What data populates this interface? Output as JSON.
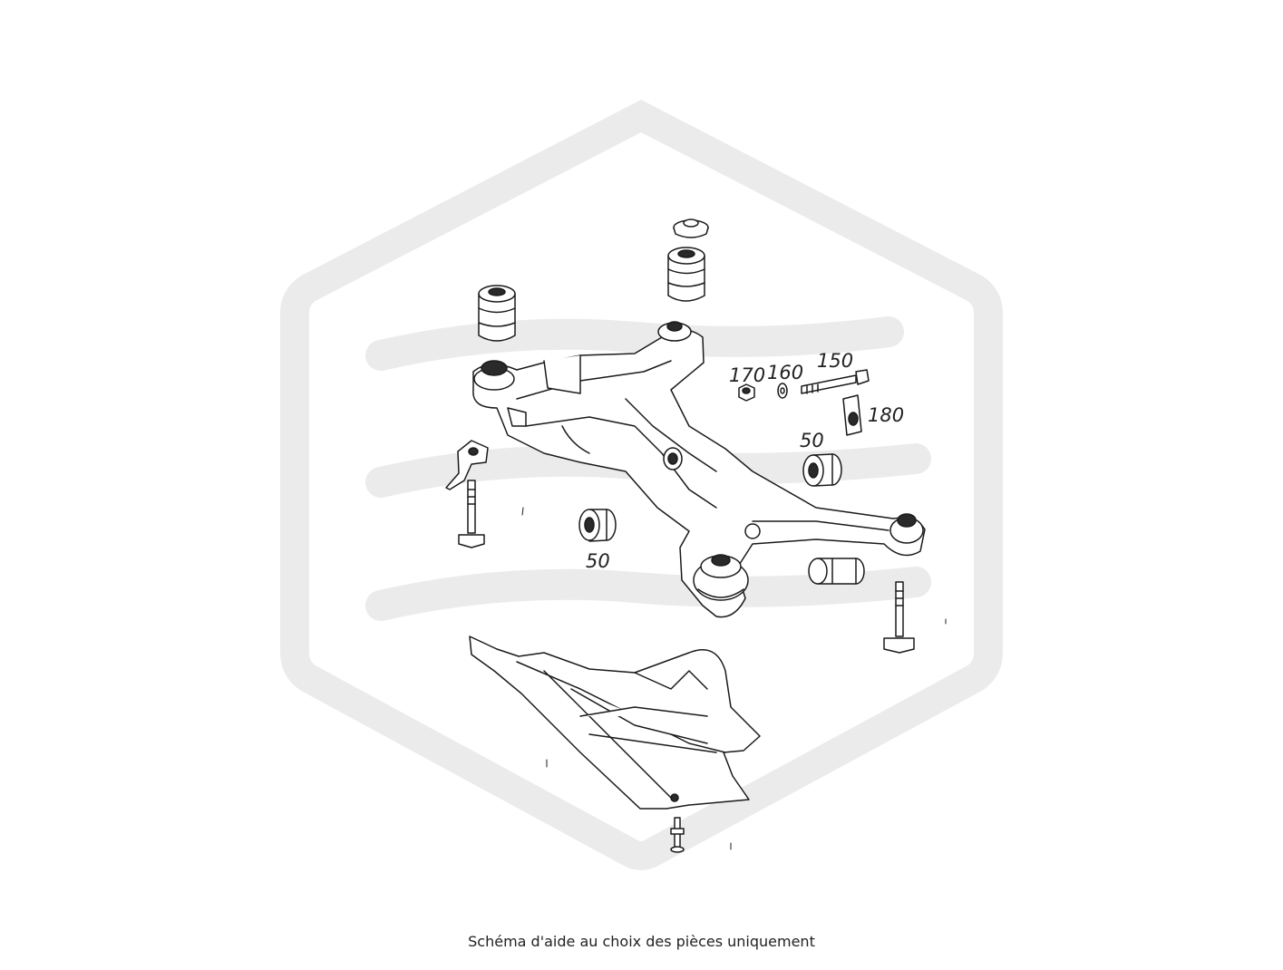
{
  "diagram": {
    "callouts": [
      {
        "id": "c170",
        "text": "170"
      },
      {
        "id": "c160",
        "text": "160"
      },
      {
        "id": "c150",
        "text": "150"
      },
      {
        "id": "c180",
        "text": "180"
      },
      {
        "id": "c50a",
        "text": "50"
      },
      {
        "id": "c50b",
        "text": "50"
      }
    ],
    "watermark_color": "#ebebeb",
    "line_color": "#1a1a1a"
  },
  "caption": "Schéma d'aide au choix des pièces uniquement"
}
